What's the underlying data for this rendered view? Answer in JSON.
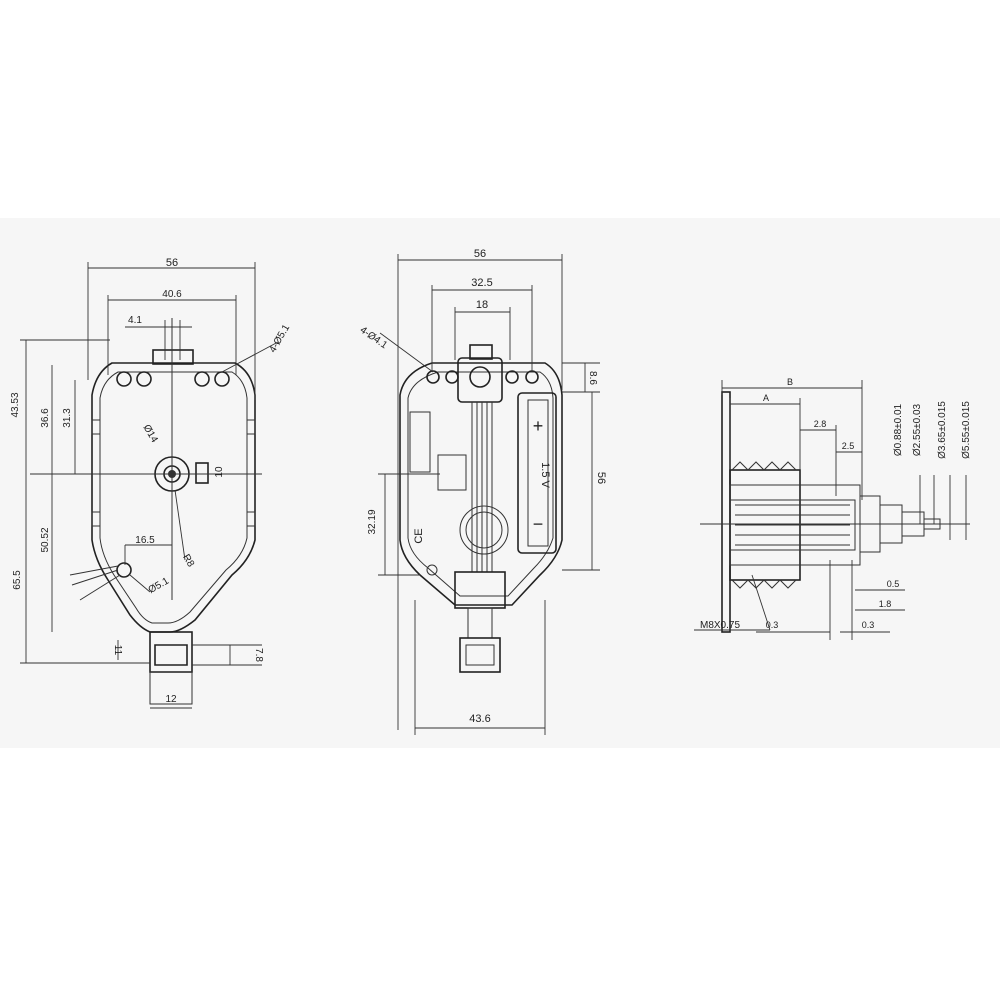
{
  "drawing": {
    "front_view": {
      "dims": {
        "width_overall": "56",
        "hole_span": "40.6",
        "hole_offset": "4.1",
        "mount_holes": "4-Ø5.1",
        "height_upper": "43.53",
        "h_36": "36.6",
        "h_31": "31.3",
        "h_lower": "50.52",
        "height_total": "65.5",
        "shaft_dia": "Ø14",
        "shaft_box": "10",
        "offset_16": "16.5",
        "radius": "R8",
        "pin_hole": "Ø5.1",
        "hanger_w": "12",
        "hanger_h": "7.8",
        "hanger_t": "11"
      }
    },
    "back_view": {
      "dims": {
        "width_overall": "56",
        "width_mid": "32.5",
        "width_inner": "18",
        "holes": "4-Ø4.1",
        "top_offset": "8.6",
        "height": "56",
        "left_height": "32.19",
        "bottom_width": "43.6"
      },
      "battery": {
        "plus": "+",
        "minus": "−",
        "voltage": "1.5 V"
      },
      "ce_mark": "CE"
    },
    "side_view": {
      "dims": {
        "B": "B",
        "A": "A",
        "d_28": "2.8",
        "d_25": "2.5",
        "dia_1": "Ø0.88±0.01",
        "dia_2": "Ø2.55±0.03",
        "dia_3": "Ø3.65±0.015",
        "dia_4": "Ø5.55±0.015",
        "thread": "M8X0.75",
        "t_03a": "0.3",
        "t_03b": "0.3",
        "t_05": "0.5",
        "t_18": "1.8"
      }
    }
  }
}
